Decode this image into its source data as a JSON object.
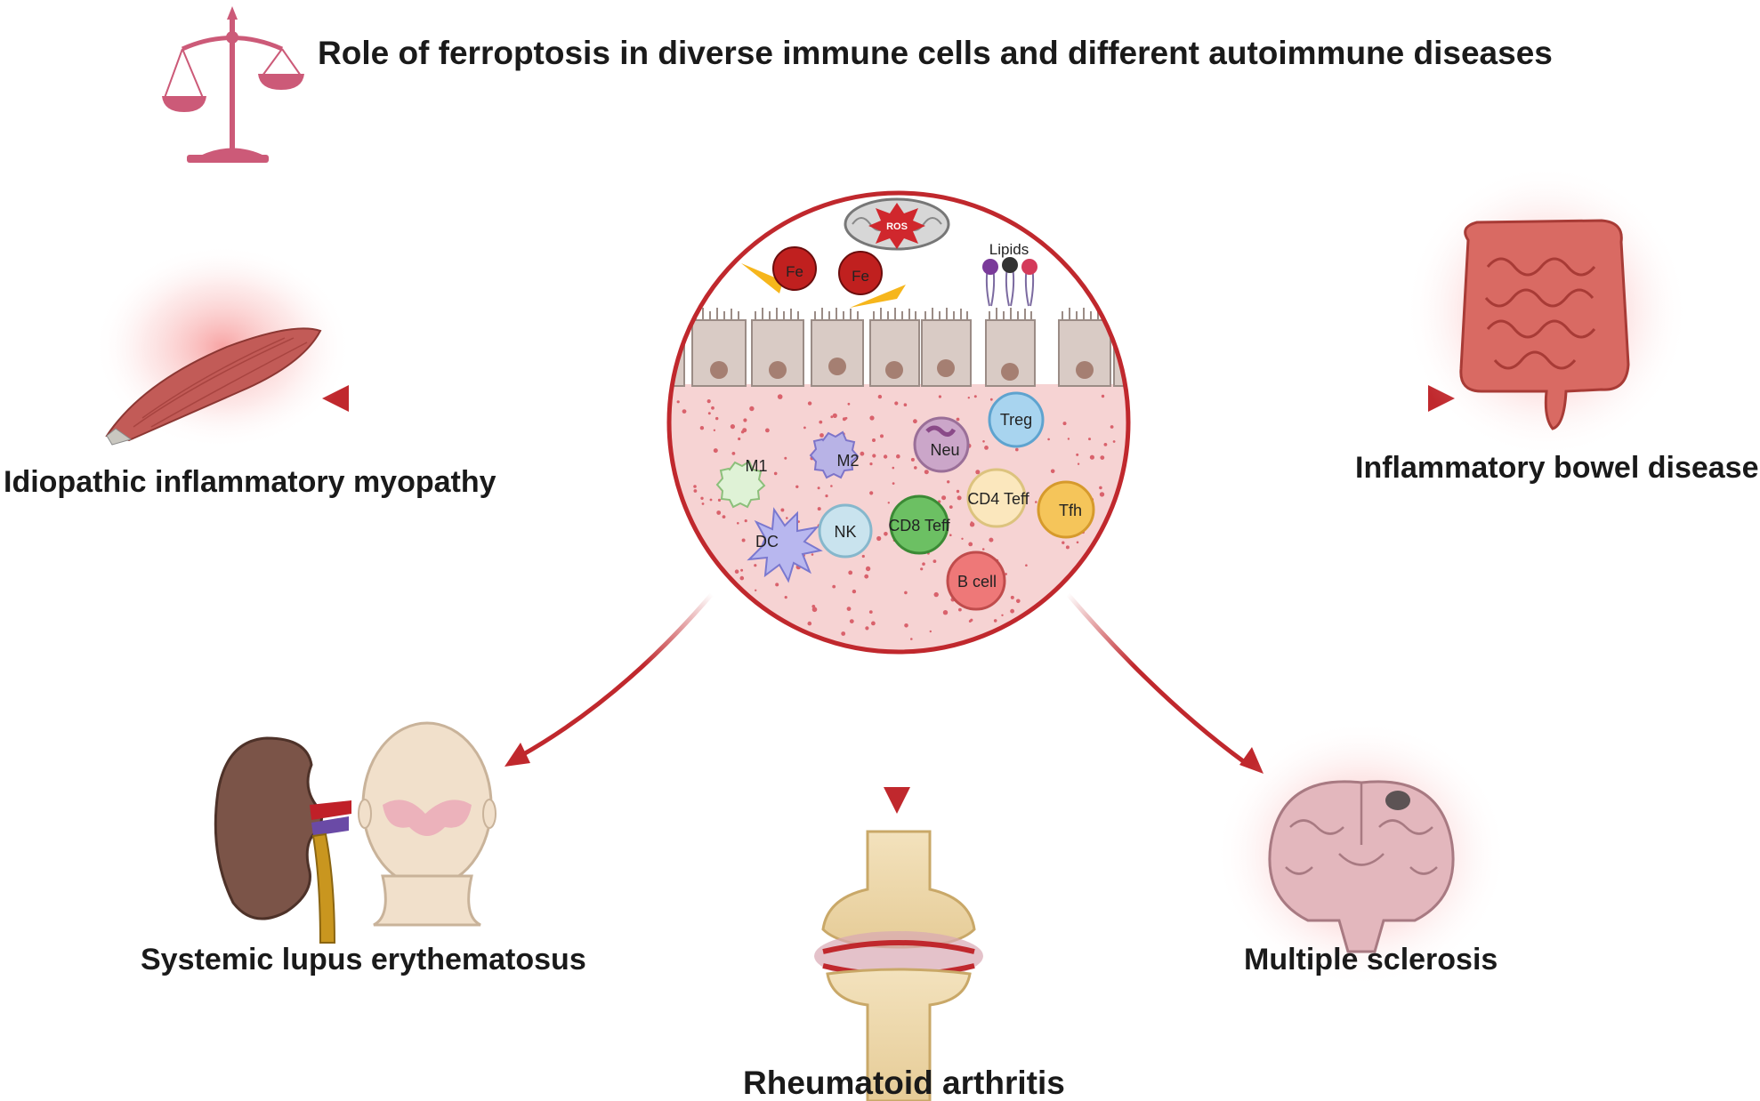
{
  "title": "Role of ferroptosis in diverse immune cells and different autoimmune diseases",
  "center": {
    "ros_label": "ROS",
    "lipids_label": "Lipids",
    "iron_labels": [
      "Fe",
      "Fe"
    ],
    "cells": {
      "m1": "M1",
      "m2": "M2",
      "neu": "Neu",
      "treg": "Treg",
      "dc": "DC",
      "nk": "NK",
      "cd8": "CD8 Teff",
      "cd4": "CD4 Teff",
      "tfh": "Tfh",
      "bcell": "B cell"
    }
  },
  "diseases": {
    "myopathy": "Idiopathic inflammatory myopathy",
    "ibd": "Inflammatory bowel disease",
    "sle": "Systemic lupus erythematosus",
    "ra": "Rheumatoid arthritis",
    "ms": "Multiple sclerosis"
  },
  "colors": {
    "accent_red": "#c0282d",
    "scale_pink": "#cc5a78",
    "tissue_pink": "#f6d3d3",
    "epithelium": "#d9cbc5"
  }
}
